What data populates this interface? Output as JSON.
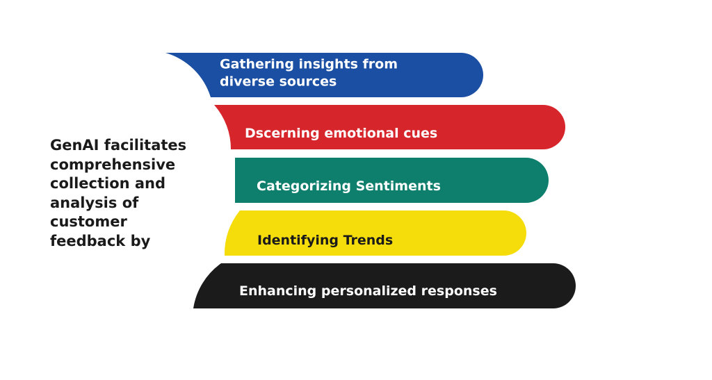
{
  "intro_text": "GenAI facilitates\ncomprehensive\ncollection and\nanalysis of\ncustomer\nfeedback by",
  "items": [
    {
      "lines": [
        "Gathering insights from",
        "diverse sources"
      ],
      "color": "#1a4fa3",
      "text_color": "#ffffff"
    },
    {
      "lines": [
        "Dscerning emotional cues"
      ],
      "color": "#d7262b",
      "text_color": "#ffffff"
    },
    {
      "lines": [
        "Categorizing Sentiments"
      ],
      "color": "#0f7f6d",
      "text_color": "#ffffff"
    },
    {
      "lines": [
        "Identifying Trends"
      ],
      "color": "#f5dd0b",
      "text_color": "#1a1a1a"
    },
    {
      "lines": [
        "Enhancing personalized responses"
      ],
      "color": "#1b1b1b",
      "text_color": "#ffffff"
    }
  ]
}
